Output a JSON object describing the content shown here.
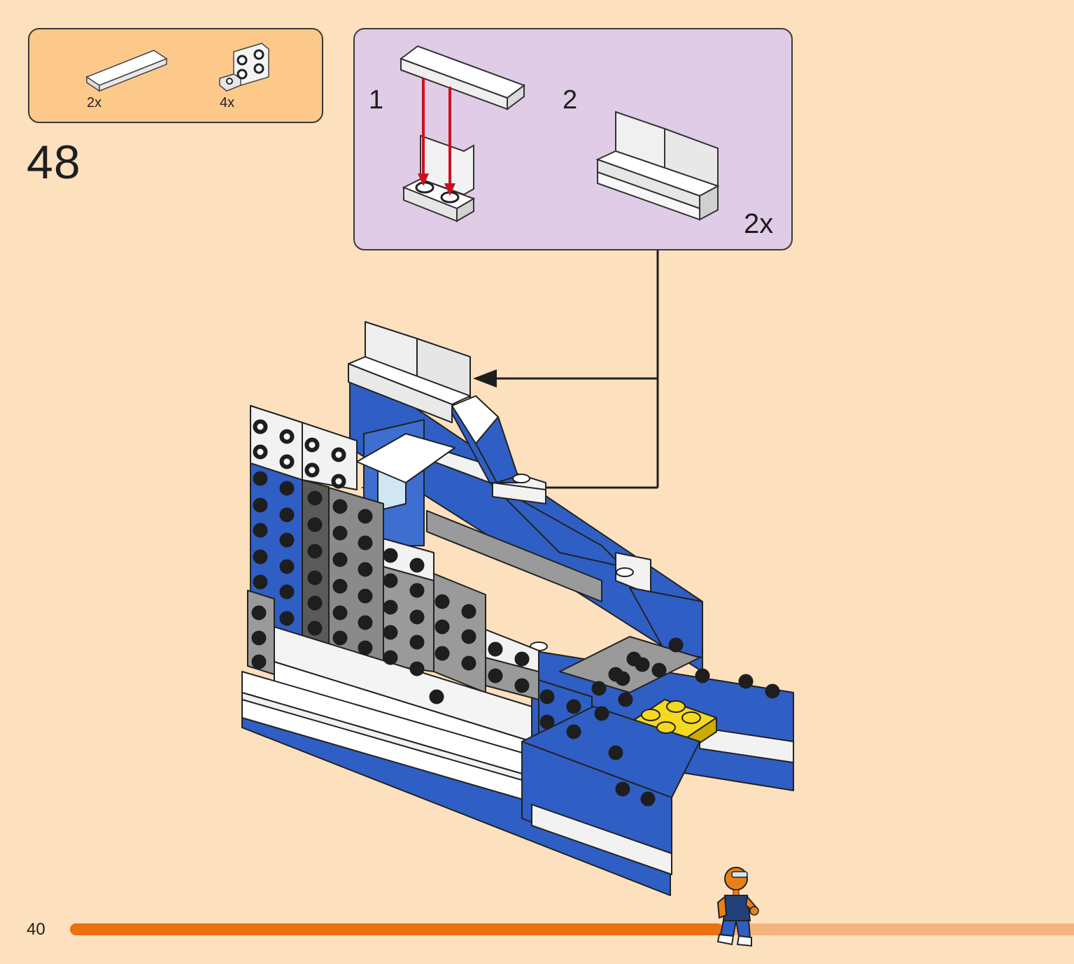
{
  "parts_list": {
    "items": [
      {
        "icon": "white-tile-1x4-icon",
        "quantity": "2x"
      },
      {
        "icon": "white-bracket-1x2-2x2-icon",
        "quantity": "4x"
      }
    ]
  },
  "step": {
    "number": "48"
  },
  "sub_assembly": {
    "steps": [
      {
        "number": "1"
      },
      {
        "number": "2"
      }
    ],
    "multiplier": "2x"
  },
  "colors": {
    "background": "#fde0bd",
    "parts_box": "#fcc98a",
    "sub_box": "#e0cce6",
    "brick_blue": "#2f5fc4",
    "brick_white": "#f2f2f2",
    "brick_grey": "#9a9a9a",
    "brick_yellow": "#f5d820",
    "arrow_red": "#cc1020",
    "progress": "#ea7010",
    "progress_track": "#f4b27c"
  },
  "footer": {
    "page_number": "40",
    "progress_fraction": 0.65,
    "progress_icon": "runner-minifigure-icon"
  }
}
